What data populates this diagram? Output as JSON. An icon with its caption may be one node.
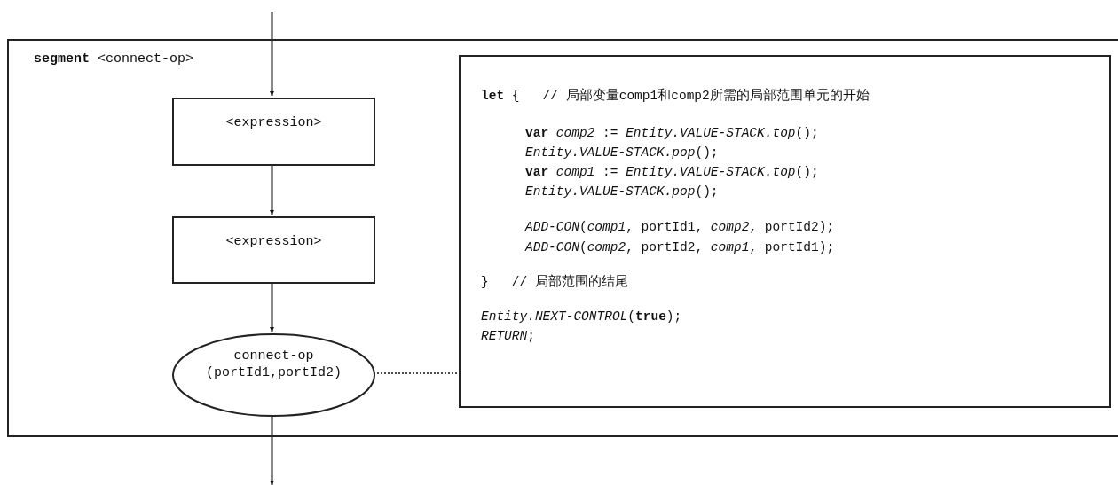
{
  "diagram": {
    "nodes": [
      {
        "text": [
          "**segment** <connect-op>"
        ]
      },
      {
        "text": [
          "<expression>"
        ],
        "in": 0
      },
      {
        "text": [
          "<expression>"
        ],
        "in": 0
      },
      {
        "text": [
          "connect-op (portId1,portId2)"
        ],
        "in": 0
      },
      {
        "text": [
          "**let** {   // 局部变量comp1和comp2所需的局部范围单元的开始",
          "**var** *comp2* := *Entity.VALUE-STACK.top*();",
          "*Entity.VALUE-STACK.pop*();",
          "**var** *comp1* := *Entity.VALUE-STACK.top*();",
          "*Entity.VALUE-STACK.pop*();",
          "*ADD-CON*(*comp1*, portId1, *comp2*, portId2);",
          "*ADD-CON*(*comp2*, portId2, *comp1*, portId1);",
          "}   // 局部范围的结尾",
          "*Entity.NEXT-CONTROL*(**true**);",
          "*RETURN*;"
        ],
        "in": 0
      }
    ],
    "edges": [
      {
        "from": null,
        "to": 1,
        "arrow": "to"
      },
      {
        "from": 1,
        "to": 2,
        "arrow": "to"
      },
      {
        "from": 2,
        "to": 3,
        "arrow": "to"
      },
      {
        "from": 3,
        "to": null,
        "arrow": "to"
      },
      {
        "from": 3,
        "to": 4,
        "arrow": "none",
        "style": "dashed"
      }
    ]
  }
}
